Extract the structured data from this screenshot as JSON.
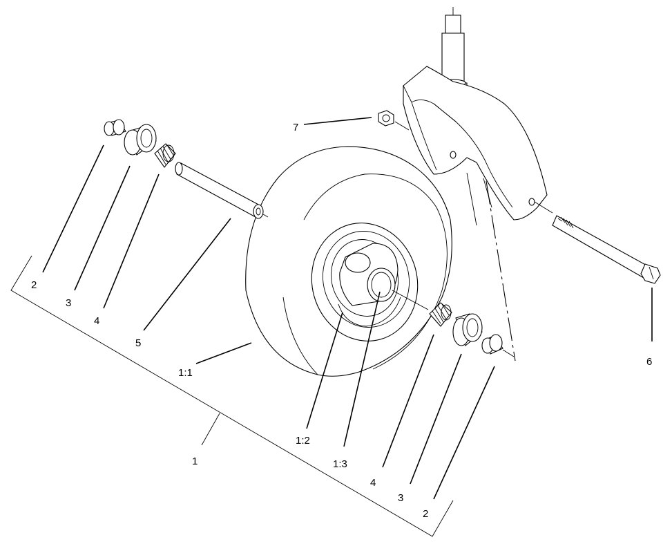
{
  "callouts": {
    "c2_left": "2",
    "c3_left": "3",
    "c4_left": "4",
    "c5": "5",
    "c1_1": "1:1",
    "c1": "1",
    "c1_2": "1:2",
    "c1_3": "1:3",
    "c4_right": "4",
    "c3_right": "3",
    "c2_right": "2",
    "c6": "6",
    "c7": "7"
  },
  "parts": {
    "1": "wheel-assembly-icon",
    "1:1": "tire-icon",
    "1:2": "wheel-rim-icon",
    "1:3": "hub-bore-icon",
    "2": "bearing-spacer-icon",
    "3": "seal-icon",
    "4": "tapered-roller-bearing-icon",
    "5": "axle-spacer-tube-icon",
    "6": "bolt-icon",
    "7": "nut-icon"
  }
}
